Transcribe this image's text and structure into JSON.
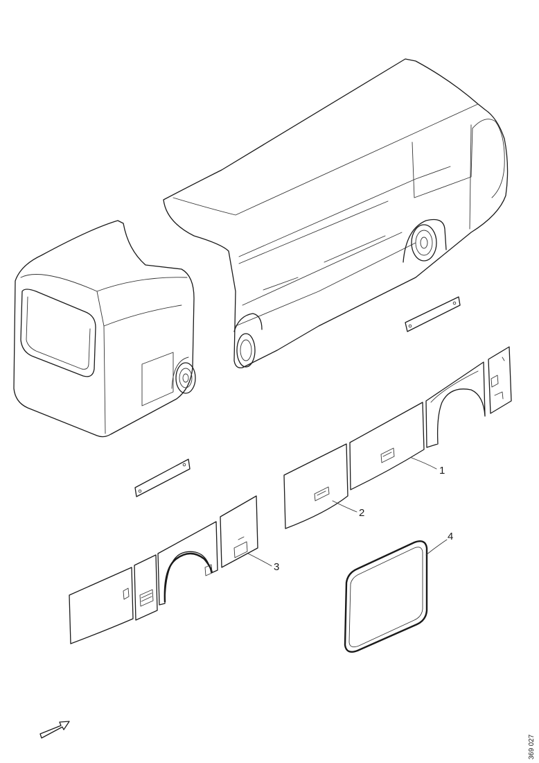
{
  "callouts": [
    {
      "label": "1"
    },
    {
      "label": "2"
    },
    {
      "label": "3"
    },
    {
      "label": "4"
    }
  ],
  "drawing_reference": "369 027",
  "colors": {
    "line": "#1a1a1a",
    "background": "#ffffff"
  }
}
